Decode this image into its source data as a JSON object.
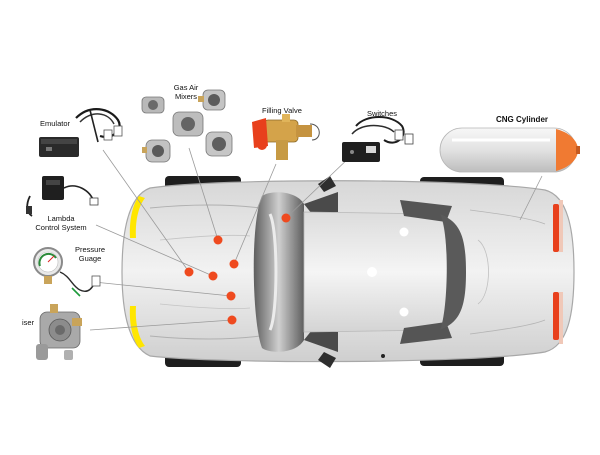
{
  "colors": {
    "marker": "#ef4a1f",
    "lamp": "#ffe600",
    "tail": "#e8401c",
    "body_light": "#e6e6e6",
    "body_mid": "#bdbdbd",
    "body_dark": "#6e6e6e",
    "line": "#9a9a9a"
  },
  "labels": {
    "emulator": "Emulator",
    "gas_air_mixers_1": "Gas Air",
    "gas_air_mixers_2": "Mixers",
    "filling_valve": "Filling Valve",
    "switches": "Switches",
    "cng_cylinder": "CNG Cylinder",
    "lambda_1": "Lambda",
    "lambda_2": "Control System",
    "pressure_1": "Pressure",
    "pressure_2": "Guage",
    "reducer": "iser"
  },
  "icons": [
    "emulator-ecu-icon",
    "gas-air-mixer-icon",
    "filling-valve-icon",
    "switch-box-icon",
    "cng-cylinder-icon",
    "lambda-control-icon",
    "pressure-gauge-icon",
    "reducer-icon",
    "car-top-view-icon"
  ]
}
